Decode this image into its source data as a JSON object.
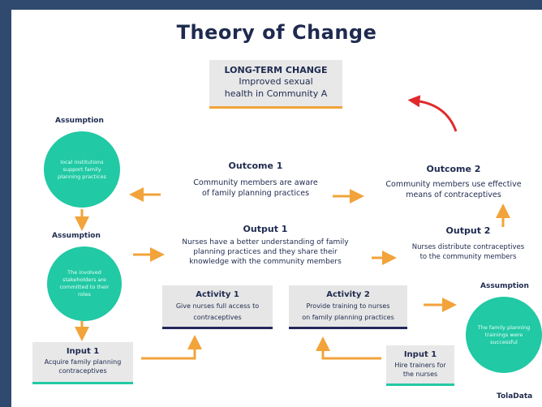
{
  "title": "Theory of Change",
  "long_term_change": {
    "heading": "LONG-TERM CHANGE",
    "line1": "Improved sexual",
    "line2": "health in Community A"
  },
  "assumptions": [
    {
      "label": "Assumption",
      "text": "local institutions support family planning practices"
    },
    {
      "label": "Assumption",
      "text": "The involved stakeholders are committed to their roles"
    },
    {
      "label": "Assumption",
      "text": "The family planning trainings were successful"
    }
  ],
  "outcome1": {
    "heading": "Outcome 1",
    "line1": "Community members are aware",
    "line2": "of family planning practices"
  },
  "outcome2": {
    "heading": "Outcome 2",
    "line1": "Community members use effective",
    "line2": "means of contraceptives"
  },
  "output1": {
    "heading": "Output 1",
    "line1": "Nurses have a better understanding of family",
    "line2": "planning practices and they share their",
    "line3": "knowledge with the community members"
  },
  "output2": {
    "heading": "Output 2",
    "line1": "Nurses distribute contraceptives",
    "line2": "to the community members"
  },
  "activity1": {
    "heading": "Activity 1",
    "line1": "Give nurses full access to",
    "line2": "contraceptives"
  },
  "activity2": {
    "heading": "Activity 2",
    "line1": "Provide training to nurses",
    "line2": "on family planning practices"
  },
  "input1_left": {
    "heading": "Input 1",
    "line1": "Acquire family planning",
    "line2": "contraceptives"
  },
  "input1_right": {
    "heading": "Input 1",
    "line1": "Hire trainers for",
    "line2": "the nurses"
  },
  "brand": "TolaData",
  "colors": {
    "navy": "#1e2a4f",
    "orange": "#f2a33a",
    "teal": "#21c9a4",
    "red": "#e02a2a",
    "background": "#2f4a6e"
  }
}
